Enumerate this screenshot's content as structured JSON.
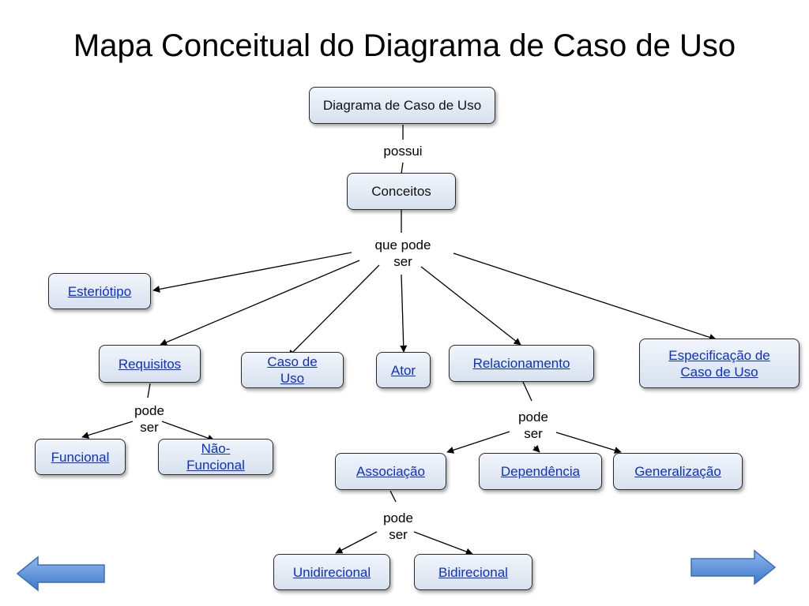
{
  "slide": {
    "title": "Mapa Conceitual do Diagrama de Caso de Uso"
  },
  "nodes": {
    "root": "Diagrama de Caso de Uso",
    "conceitos": "Conceitos",
    "esteriotipo": "Esteriótipo",
    "requisitos": "Requisitos",
    "caso_de_uso": "Caso de Uso",
    "ator": "Ator",
    "relacionamento": "Relacionamento",
    "especificacao": "Especificação de Caso de Uso",
    "funcional": "Funcional",
    "nao_funcional": "Não-Funcional",
    "associacao": "Associação",
    "dependencia": "Dependência",
    "generalizacao": "Generalização",
    "unidirecional": "Unidirecional",
    "bidirecional": "Bidirecional"
  },
  "link_labels": {
    "possui": "possui",
    "que_pode_ser": "que pode ser",
    "req_pode_ser": "pode ser",
    "rel_pode_ser": "pode ser",
    "assoc_pode_ser": "pode ser"
  },
  "navigation": {
    "prev_icon": "left-arrow-icon",
    "next_icon": "right-arrow-icon"
  },
  "colors": {
    "node_fill": "#dbe4f0",
    "link_text": "#0b2fd6",
    "nav_arrow": "#4f8ad6"
  }
}
